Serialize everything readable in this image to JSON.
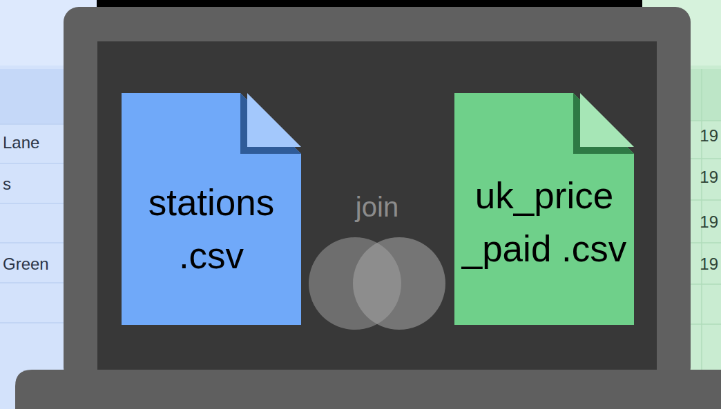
{
  "diagram": {
    "nodes": [
      {
        "text": [
          "stations .csv"
        ]
      },
      {
        "text": [
          "uk_price _paid .csv"
        ]
      }
    ],
    "labels": [
      "join",
      "Lane",
      "s",
      "Green",
      "19",
      "19",
      "19",
      "19"
    ]
  }
}
